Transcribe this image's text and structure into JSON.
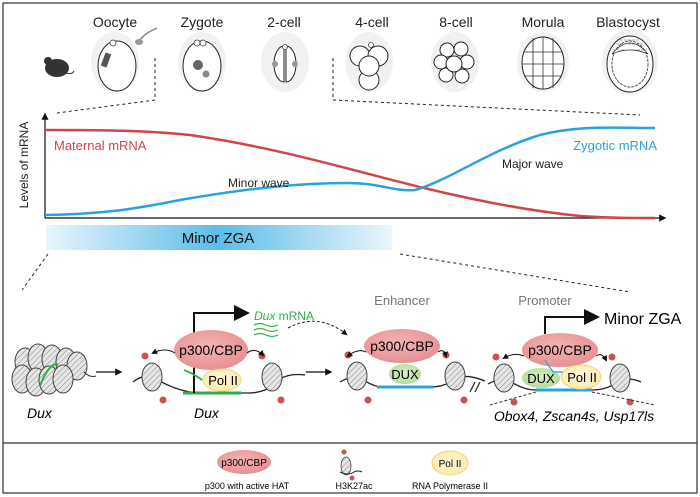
{
  "stages": [
    "Oocyte",
    "Zygote",
    "2-cell",
    "4-cell",
    "8-cell",
    "Morula",
    "Blastocyst"
  ],
  "chart": {
    "ylabel": "Levels of mRNA",
    "maternal_label": "Maternal mRNA",
    "zygotic_label": "Zygotic mRNA",
    "minor_wave": "Minor wave",
    "major_wave": "Major wave",
    "colors": {
      "maternal": "#d0454c",
      "zygotic": "#29a3e0"
    }
  },
  "minor_zga_bar": "Minor ZGA",
  "mechanism": {
    "dux_locus_1": "Dux",
    "dux_locus_2": "Dux",
    "dux_mrna_italic": "Dux",
    "dux_mrna_suffix": " mRNA",
    "p300_1": "p300/CBP",
    "p300_2": "p300/CBP",
    "p300_3": "p300/CBP",
    "pol2_1": "Pol II",
    "pol2_2": "Pol II",
    "dux_protein_1": "DUX",
    "dux_protein_2": "DUX",
    "enhancer": "Enhancer",
    "promoter": "Promoter",
    "minor_zga": "Minor ZGA",
    "target_genes": "Obox4, Zscan4s, Usp17ls"
  },
  "legend": {
    "p300_symbol": "p300/CBP",
    "p300_desc": "p300 with active HAT",
    "h3k27ac_desc": "H3K27ac",
    "pol2_symbol": "Pol II",
    "pol2_desc": "RNA Polymerase II"
  }
}
